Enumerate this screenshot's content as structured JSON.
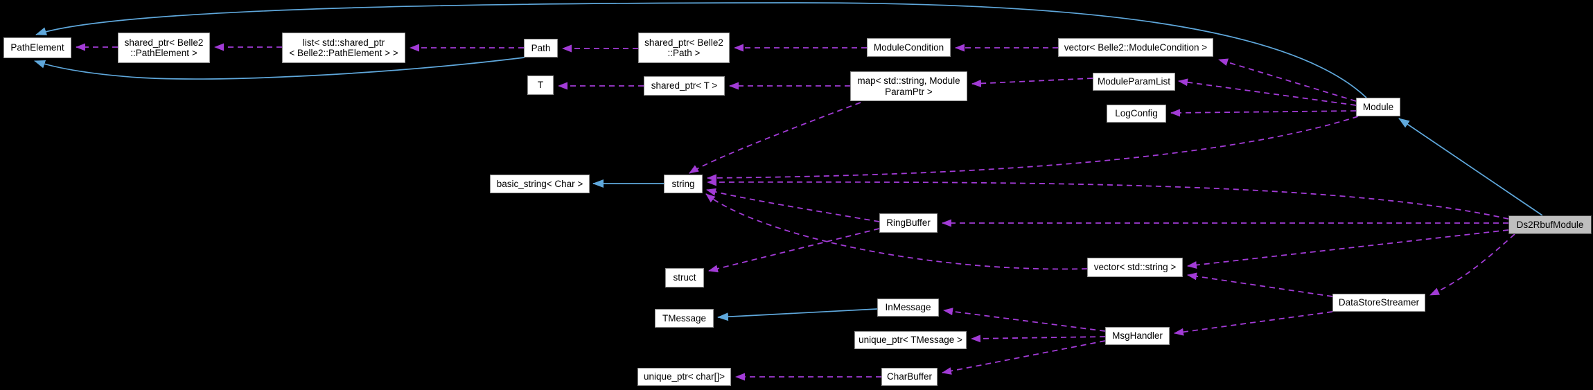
{
  "diagram": {
    "type": "collaboration-graph",
    "highlighted_node": "Ds2RbufModule",
    "colors": {
      "background": "#000000",
      "node_fill": "#ffffff",
      "node_border": "#8f8f8f",
      "highlight_fill": "#bfbfbf",
      "highlight_border": "#4a4a4a",
      "usage_edge": "#a23bd6",
      "inheritance_edge": "#5fa8dc",
      "text": "#000000"
    },
    "nodes": {
      "path_element": {
        "label": "PathElement"
      },
      "shared_ptr_path_element": {
        "label": "shared_ptr< Belle2\n::PathElement >"
      },
      "list_shared_ptr_path_element": {
        "label": "list< std::shared_ptr\n< Belle2::PathElement > >"
      },
      "path": {
        "label": "Path"
      },
      "shared_ptr_path": {
        "label": "shared_ptr< Belle2\n::Path >"
      },
      "module_condition": {
        "label": "ModuleCondition"
      },
      "vector_module_condition": {
        "label": "vector< Belle2::ModuleCondition >"
      },
      "t": {
        "label": "T"
      },
      "shared_ptr_t": {
        "label": "shared_ptr< T >"
      },
      "map_module_param_ptr": {
        "label": "map< std::string, Module\nParamPtr >"
      },
      "module_param_list": {
        "label": "ModuleParamList"
      },
      "log_config": {
        "label": "LogConfig"
      },
      "module": {
        "label": "Module"
      },
      "basic_string_char": {
        "label": "basic_string< Char >"
      },
      "string": {
        "label": "string"
      },
      "ring_buffer": {
        "label": "RingBuffer"
      },
      "ds2rbuf_module": {
        "label": "Ds2RbufModule"
      },
      "vector_std_string": {
        "label": "vector< std::string >"
      },
      "struct": {
        "label": "struct"
      },
      "tmessage": {
        "label": "TMessage"
      },
      "in_message": {
        "label": "InMessage"
      },
      "data_store_streamer": {
        "label": "DataStoreStreamer"
      },
      "unique_ptr_tmessage": {
        "label": "unique_ptr< TMessage >"
      },
      "msg_handler": {
        "label": "MsgHandler"
      },
      "unique_ptr_char_array": {
        "label": "unique_ptr< char[]>"
      },
      "char_buffer": {
        "label": "CharBuffer"
      }
    },
    "edges": [
      {
        "from": "Module",
        "to": "PathElement",
        "style": "solid-inheritance"
      },
      {
        "from": "Path",
        "to": "PathElement",
        "style": "solid-inheritance"
      },
      {
        "from": "string",
        "to": "basic_string< Char >",
        "style": "solid-inheritance"
      },
      {
        "from": "InMessage",
        "to": "TMessage",
        "style": "solid-inheritance"
      },
      {
        "from": "Ds2RbufModule",
        "to": "Module",
        "style": "solid-inheritance"
      },
      {
        "from": "shared_ptr< Belle2::PathElement >",
        "to": "PathElement",
        "style": "dashed-usage"
      },
      {
        "from": "list< std::shared_ptr< Belle2::PathElement > >",
        "to": "shared_ptr< Belle2::PathElement >",
        "style": "dashed-usage"
      },
      {
        "from": "Path",
        "to": "list< std::shared_ptr< Belle2::PathElement > >",
        "style": "dashed-usage"
      },
      {
        "from": "shared_ptr< Belle2::Path >",
        "to": "Path",
        "style": "dashed-usage"
      },
      {
        "from": "ModuleCondition",
        "to": "shared_ptr< Belle2::Path >",
        "style": "dashed-usage"
      },
      {
        "from": "vector< Belle2::ModuleCondition >",
        "to": "ModuleCondition",
        "style": "dashed-usage"
      },
      {
        "from": "Module",
        "to": "vector< Belle2::ModuleCondition >",
        "style": "dashed-usage"
      },
      {
        "from": "shared_ptr< T >",
        "to": "T",
        "style": "dashed-usage"
      },
      {
        "from": "map< std::string, ModuleParamPtr >",
        "to": "shared_ptr< T >",
        "style": "dashed-usage"
      },
      {
        "from": "ModuleParamList",
        "to": "map< std::string, ModuleParamPtr >",
        "style": "dashed-usage"
      },
      {
        "from": "Module",
        "to": "ModuleParamList",
        "style": "dashed-usage"
      },
      {
        "from": "Module",
        "to": "LogConfig",
        "style": "dashed-usage"
      },
      {
        "from": "Module",
        "to": "string",
        "style": "dashed-usage"
      },
      {
        "from": "map< std::string, ModuleParamPtr >",
        "to": "string",
        "style": "dashed-usage"
      },
      {
        "from": "Ds2RbufModule",
        "to": "string",
        "style": "dashed-usage"
      },
      {
        "from": "Ds2RbufModule",
        "to": "RingBuffer",
        "style": "dashed-usage"
      },
      {
        "from": "Ds2RbufModule",
        "to": "vector< std::string >",
        "style": "dashed-usage"
      },
      {
        "from": "Ds2RbufModule",
        "to": "DataStoreStreamer",
        "style": "dashed-usage"
      },
      {
        "from": "DataStoreStreamer",
        "to": "vector< std::string >",
        "style": "dashed-usage"
      },
      {
        "from": "DataStoreStreamer",
        "to": "MsgHandler",
        "style": "dashed-usage"
      },
      {
        "from": "RingBuffer",
        "to": "string",
        "style": "dashed-usage"
      },
      {
        "from": "RingBuffer",
        "to": "struct",
        "style": "dashed-usage"
      },
      {
        "from": "vector< std::string >",
        "to": "string",
        "style": "dashed-usage"
      },
      {
        "from": "MsgHandler",
        "to": "InMessage",
        "style": "dashed-usage"
      },
      {
        "from": "MsgHandler",
        "to": "unique_ptr< TMessage >",
        "style": "dashed-usage"
      },
      {
        "from": "MsgHandler",
        "to": "CharBuffer",
        "style": "dashed-usage"
      },
      {
        "from": "CharBuffer",
        "to": "unique_ptr< char[]>",
        "style": "dashed-usage"
      }
    ]
  }
}
